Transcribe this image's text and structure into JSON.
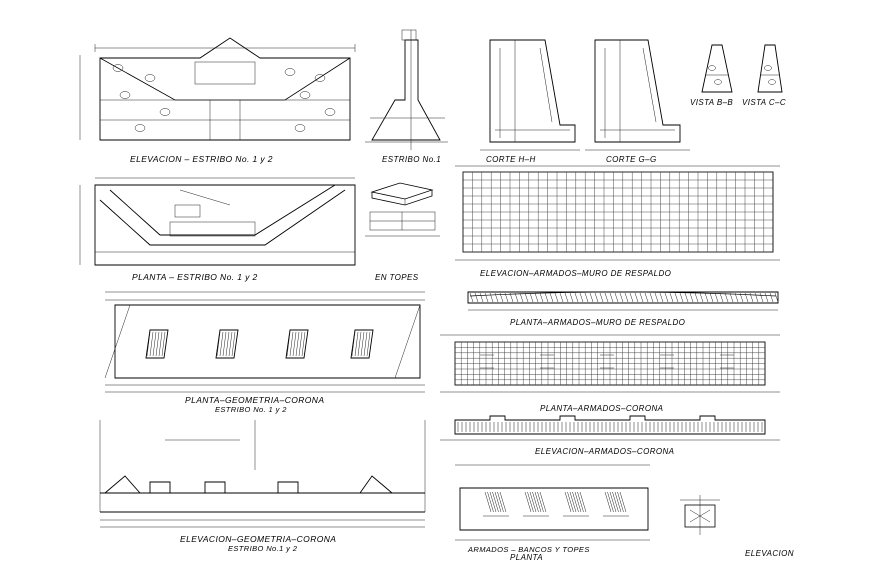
{
  "drawing": {
    "titles": {
      "elev_estribo": "ELEVACION – ESTRIBO No. 1 y 2",
      "estribo_no1": "ESTRIBO No.1",
      "corte_h": "CORTE H–H",
      "corte_g": "CORTE G–G",
      "vista_b": "VISTA B–B",
      "vista_c": "VISTA C–C",
      "planta_estribo": "PLANTA – ESTRIBO No. 1 y 2",
      "en_topes": "EN TOPES",
      "elev_armados_muro": "ELEVACION–ARMADOS–MURO DE RESPALDO",
      "planta_armados_muro": "PLANTA–ARMADOS–MURO DE RESPALDO",
      "planta_geometria": "PLANTA–GEOMETRIA–CORONA",
      "planta_geometria_sub": "ESTRIBO No. 1 y 2",
      "planta_armados_corona": "PLANTA–ARMADOS–CORONA",
      "elev_armados_corona": "ELEVACION–ARMADOS–CORONA",
      "elev_geometria": "ELEVACION–GEOMETRIA–CORONA",
      "elev_geometria_sub": "ESTRIBO No.1 y 2",
      "armados_bancos": "ARMADOS – BANCOS Y TOPES",
      "armados_bancos_sub": "PLANTA",
      "elevacion": "ELEVACION"
    }
  }
}
